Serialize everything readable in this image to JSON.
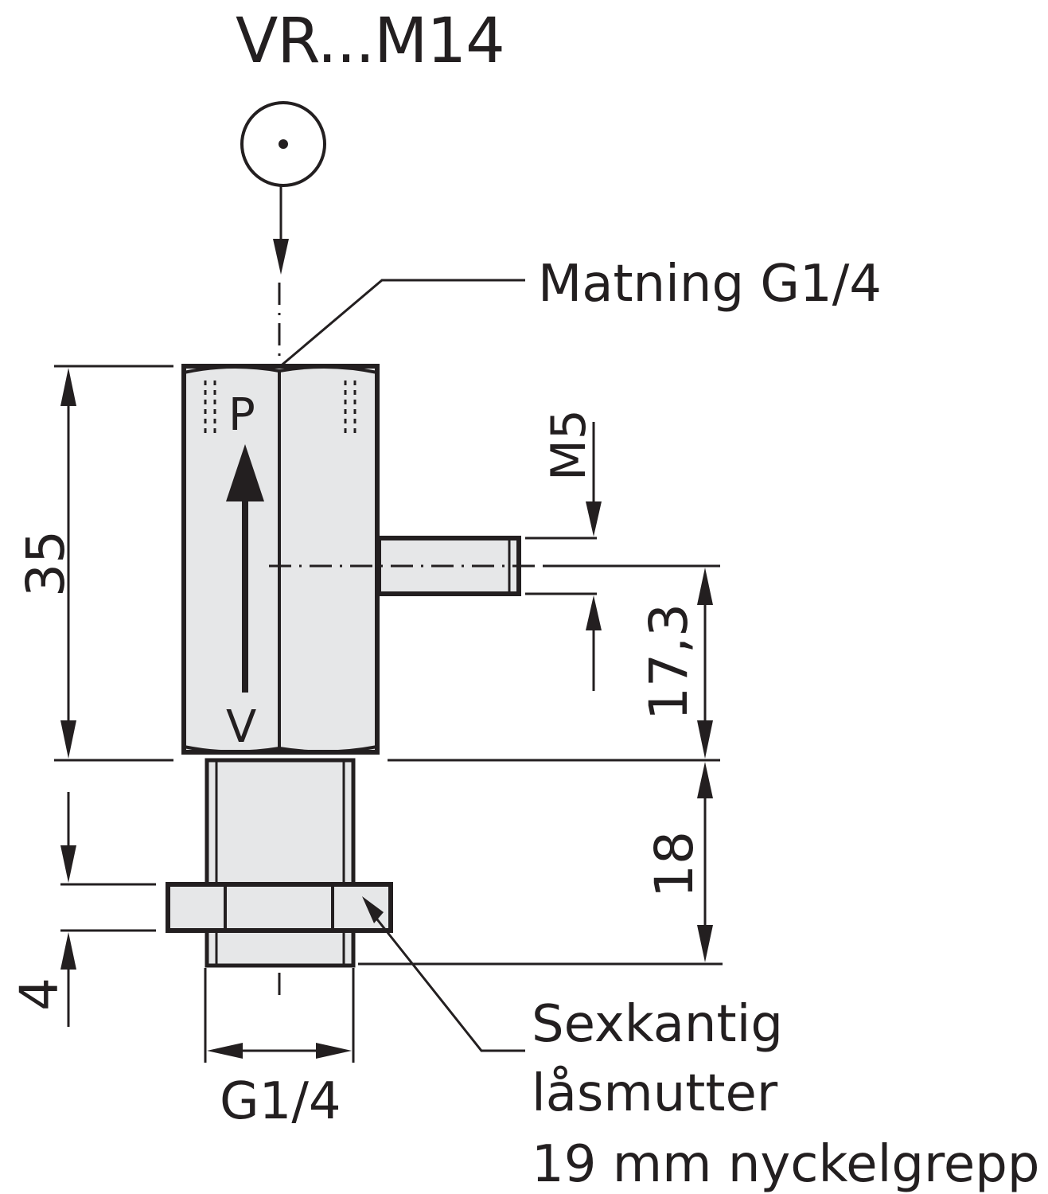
{
  "title": "VR...M14",
  "labels": {
    "feed": "Matning G1/4",
    "port_m5": "M5",
    "pressure": "P",
    "vacuum": "V",
    "hex_nut": [
      "Sexkantig",
      "låsmutter",
      "19 mm nyckelgrepp"
    ],
    "thread": "G1/4"
  },
  "dimensions": {
    "height_body": "35",
    "port_offset": "17,3",
    "thread_length": "18",
    "nut_thickness": "4"
  },
  "colors": {
    "line": "#231f20",
    "body_fill": "#e6e7e8",
    "background": "#ffffff"
  }
}
